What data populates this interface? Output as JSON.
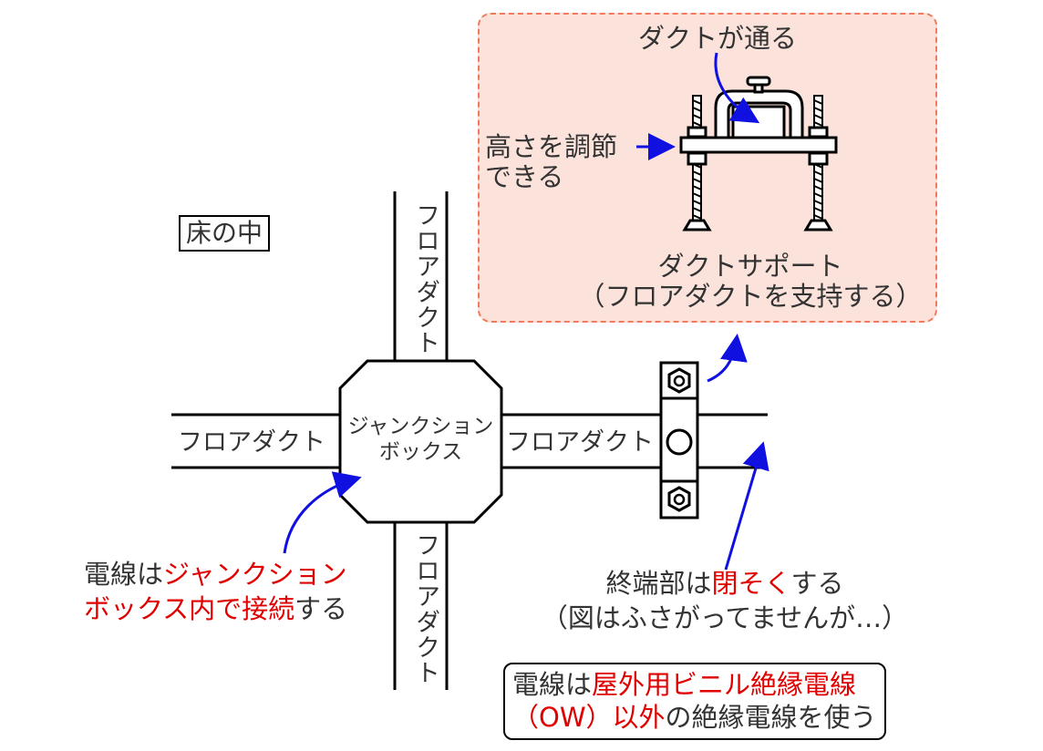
{
  "floor_label": "床の中",
  "duct_label": "フロアダクト",
  "junction_box": [
    "ジャンクション",
    "ボックス"
  ],
  "support_caption": [
    "ダクトサポート",
    "（フロアダクトを支持する）"
  ],
  "duct_passes": "ダクトが通る",
  "height_adjust": [
    "高さを調節",
    "できる"
  ],
  "wire_note": {
    "line1": [
      "電線は",
      "ジャンクション"
    ],
    "line2": [
      "ボックス内で接続",
      "する"
    ]
  },
  "end_note": {
    "line1": [
      "終端部は",
      "閉そく",
      "する"
    ],
    "line2": "（図はふさがってませんが…）"
  },
  "rule_note": {
    "line1": [
      "電線は",
      "屋外用ビニル絶縁電線"
    ],
    "line2": [
      "（OW）以外",
      "の絶縁電線を使う"
    ]
  },
  "colors": {
    "emphasis": "#e00000",
    "arrow": "#1010e0",
    "inset_bg": "#fbe3dc",
    "inset_border": "#f07a5a"
  }
}
